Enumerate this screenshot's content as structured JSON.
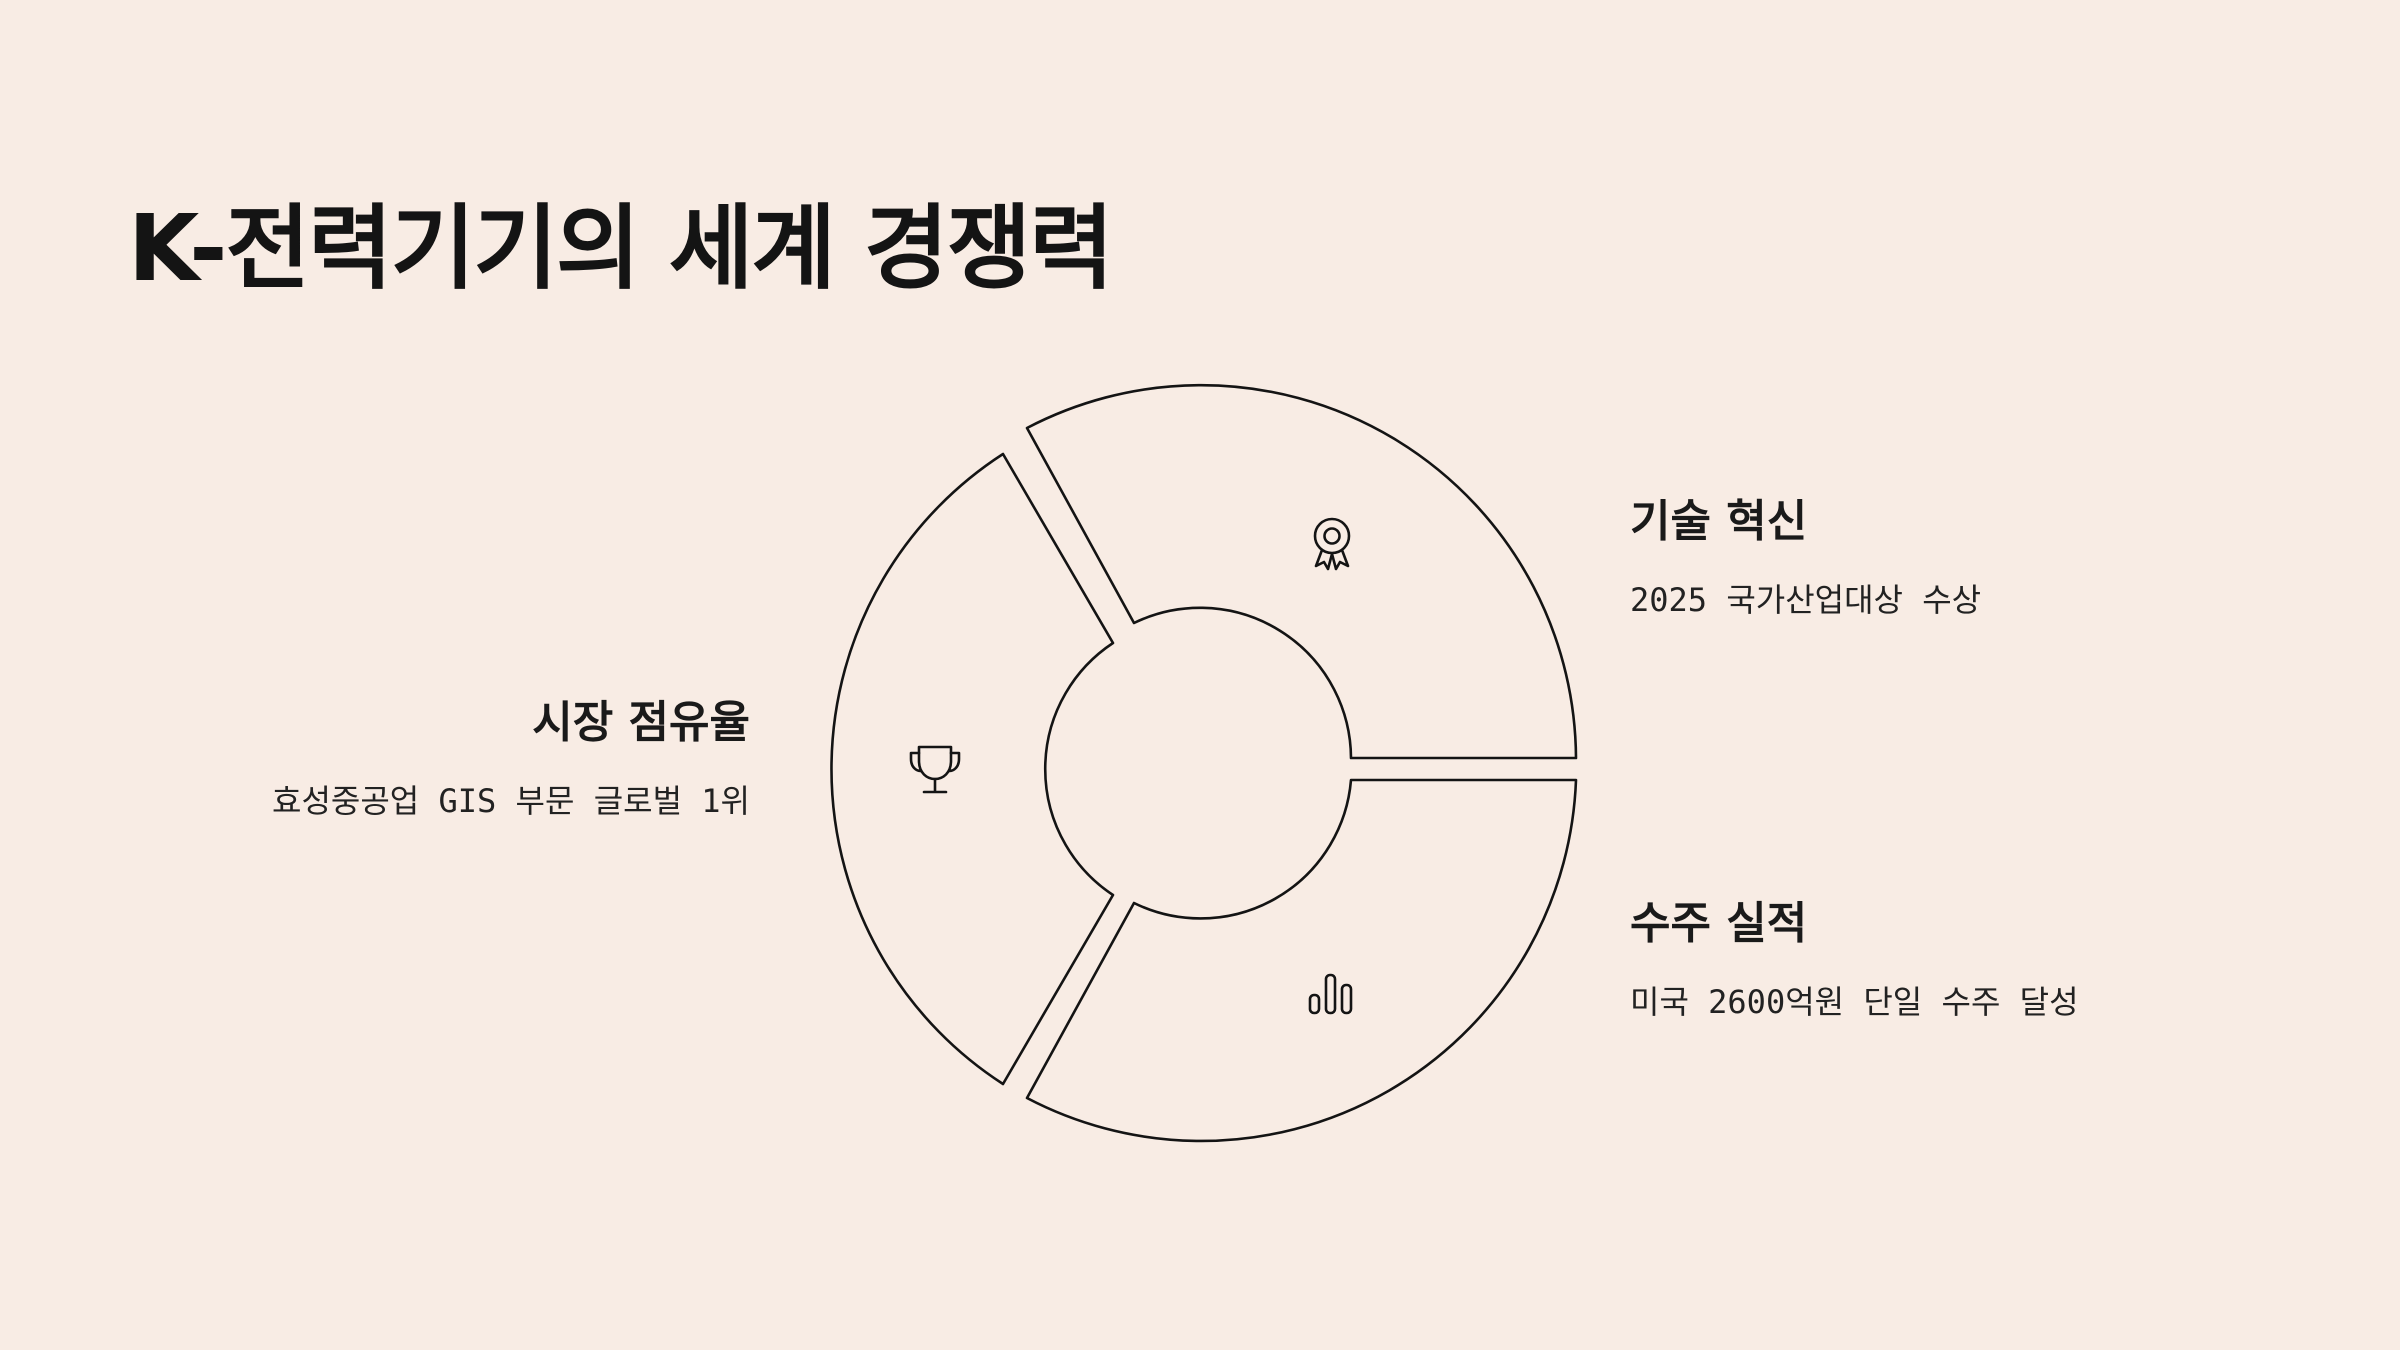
{
  "title": "K-전력기기의 세계 경쟁력",
  "segments": [
    {
      "id": "tech",
      "icon": "award-icon",
      "title": "기술 혁신",
      "description": "2025 국가산업대상 수상"
    },
    {
      "id": "orders",
      "icon": "bar-chart-icon",
      "title": "수주 실적",
      "description": "미국 2600억원 단일 수주 달성"
    },
    {
      "id": "share",
      "icon": "trophy-icon",
      "title": "시장 점유율",
      "description": "효성중공업 GIS 부문 글로벌 1위"
    }
  ],
  "colors": {
    "background": "#f8ece4",
    "stroke": "#141414",
    "text": "#1a1a1a"
  }
}
